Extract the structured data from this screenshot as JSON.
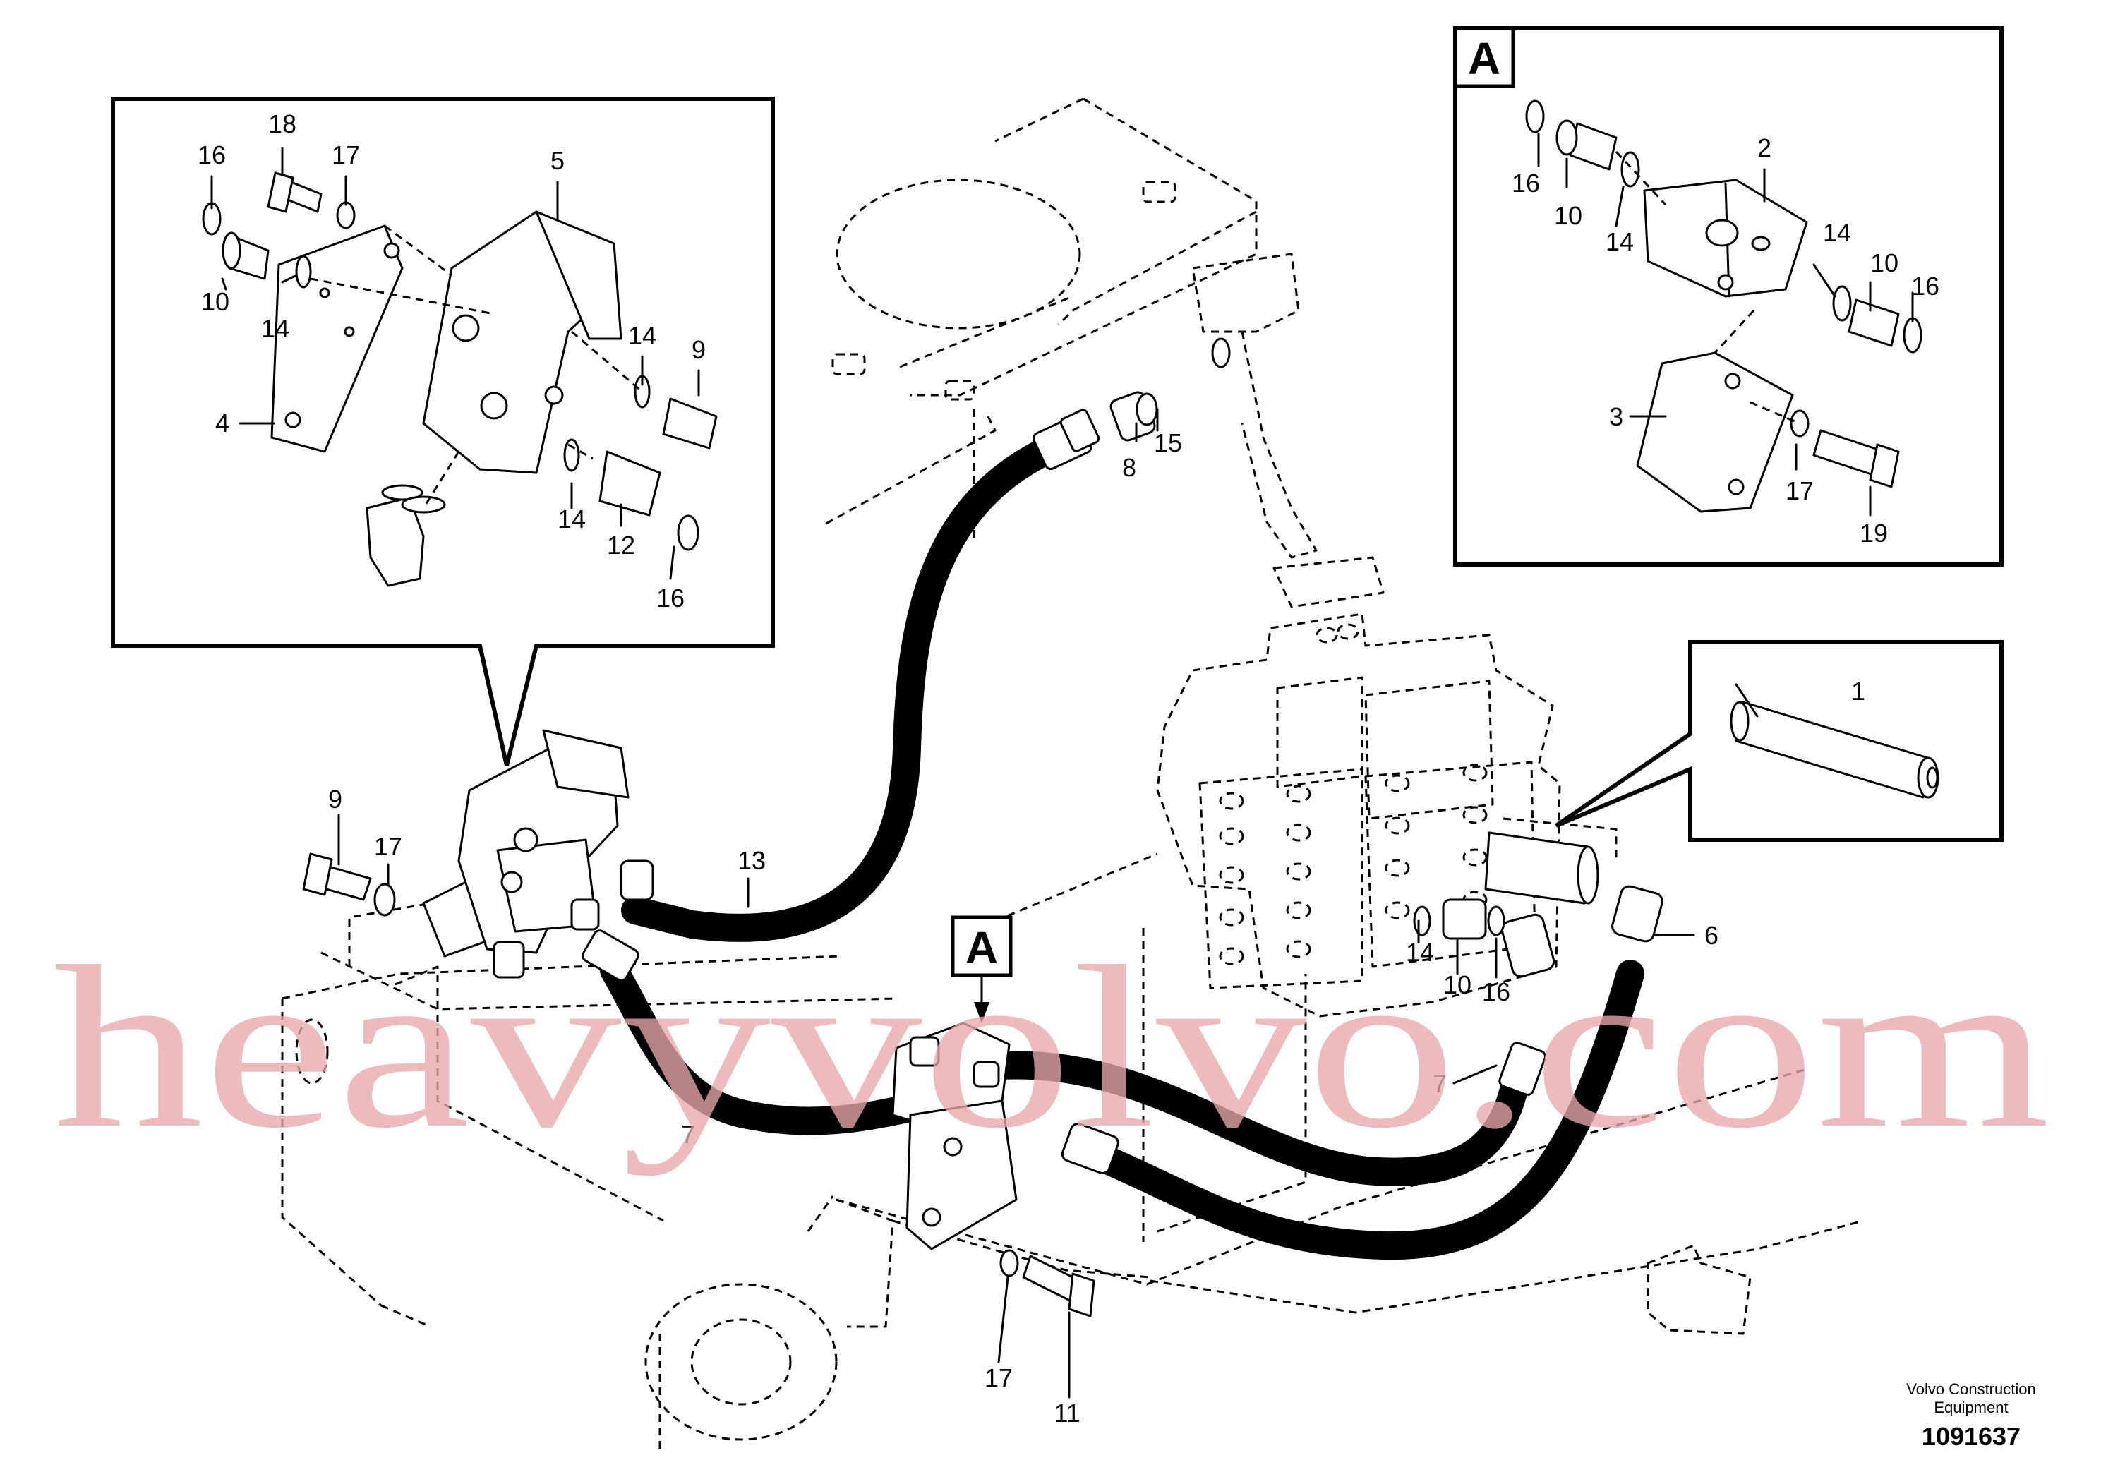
{
  "callouts": {
    "c1": "1",
    "c2": "2",
    "c3": "3",
    "c4": "4",
    "c5": "5",
    "c6": "6",
    "c7": "7",
    "c8": "8",
    "c9": "9",
    "c10": "10",
    "c11": "11",
    "c12": "12",
    "c13": "13",
    "c14": "14",
    "c15": "15",
    "c16": "16",
    "c17": "17",
    "c18": "18",
    "c19": "19",
    "c14_partial": "14"
  },
  "view_tag": "A",
  "watermark": "heavyvolvo.com",
  "footer": {
    "company_line1": "Volvo Construction",
    "company_line2": "Equipment",
    "drawing_number": "1091637"
  }
}
